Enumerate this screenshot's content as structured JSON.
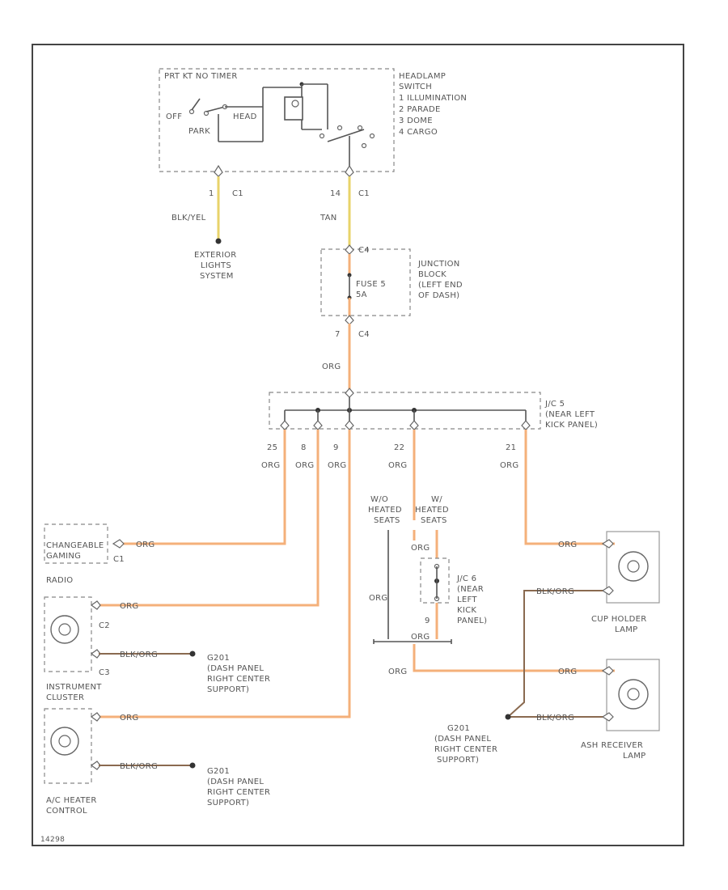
{
  "diagram": {
    "headlamp_switch": {
      "top": "PRT KT NO TIMER",
      "off": "OFF",
      "park": "PARK",
      "head": "HEAD",
      "title": [
        "HEADLAMP",
        "SWITCH"
      ],
      "positions": [
        "1 ILLUMINATION",
        "2 PARADE",
        "3 DOME",
        "4 CARGO"
      ],
      "pin_left": "1",
      "pin_left_conn": "C1",
      "pin_right": "14",
      "pin_right_conn": "C1"
    },
    "ext_wire": "BLK/YEL",
    "ext_label": [
      "EXTERIOR",
      "LIGHTS",
      "SYSTEM"
    ],
    "tan_wire": "TAN",
    "junction_block": {
      "pin_top_conn": "C4",
      "fuse": [
        "FUSE 5",
        "5A"
      ],
      "title": [
        "JUNCTION",
        "BLOCK",
        "(LEFT END",
        "OF DASH)"
      ],
      "pin_bottom": "7",
      "pin_bottom_conn": "C4"
    },
    "wire_org": "ORG",
    "splice": {
      "title": [
        "J/C 5",
        "(NEAR LEFT",
        "KICK PANEL)"
      ],
      "pins": [
        "25",
        "8",
        "9",
        "22",
        "21"
      ]
    },
    "heated_seats": [
      "W/O",
      "HEATED",
      "SEATS",
      "W/",
      "HEATED",
      "SEATS"
    ],
    "changeable_gaming": [
      "CHANGEABLE",
      "GAMING"
    ],
    "c1": "C1",
    "radio": "RADIO",
    "c2": "C2",
    "c3": "C3",
    "blk_org": "BLK/ORG",
    "ground": [
      "G201",
      "(DASH PANEL",
      "RIGHT CENTER",
      "SUPPORT)"
    ],
    "instrument_cluster": [
      "INSTRUMENT",
      "CLUSTER"
    ],
    "ac_heater": [
      "A/C HEATER",
      "CONTROL"
    ],
    "cup_holder": [
      "CUP HOLDER",
      "LAMP"
    ],
    "ash_receiver": [
      "ASH RECEIVER",
      "LAMP"
    ],
    "jc6": {
      "title": [
        "J/C 6",
        "(NEAR",
        "LEFT",
        "KICK",
        "PANEL)"
      ],
      "pin": "9"
    },
    "code": "14298"
  }
}
